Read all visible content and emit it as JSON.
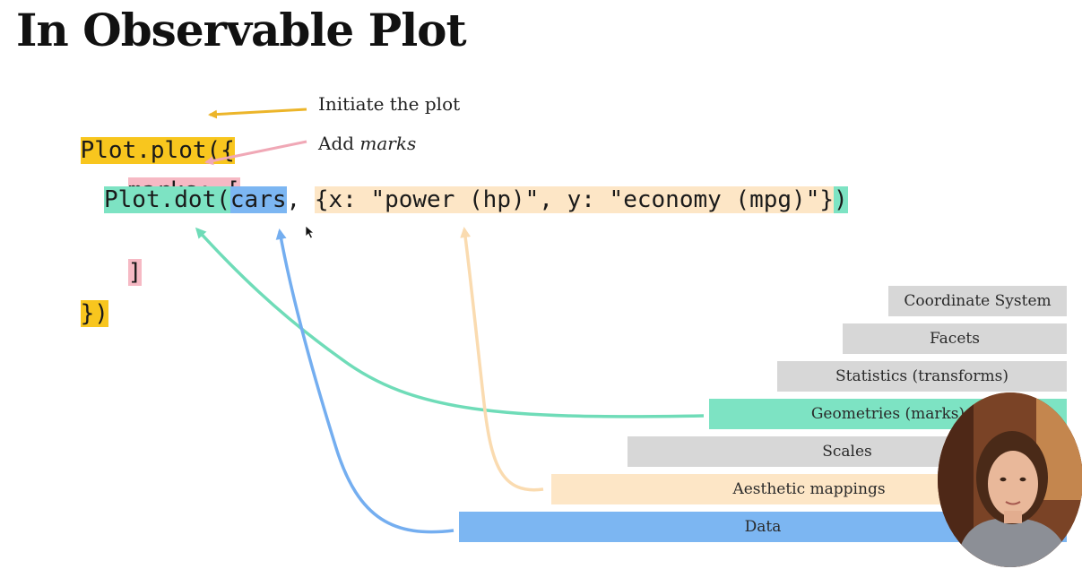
{
  "title": "In Observable Plot",
  "code": {
    "line1": "Plot.plot({",
    "line2": "marks: [",
    "line3_fn": "Plot.dot(",
    "line3_data": "cars",
    "line3_sep": ", ",
    "line3_options": "{x: \"power (hp)\", y: \"economy (mpg)\"}",
    "line3_close": ")",
    "line4": "]",
    "line5": "})"
  },
  "annotations": {
    "initiate": "Initiate the plot",
    "add_prefix": "Add ",
    "add_marks": "marks"
  },
  "layers": [
    {
      "label": "Coordinate System",
      "color": "#d7d7d7"
    },
    {
      "label": "Facets",
      "color": "#d7d7d7"
    },
    {
      "label": "Statistics (transforms)",
      "color": "#d7d7d7"
    },
    {
      "label": "Geometries (marks)",
      "color": "#7de3c3"
    },
    {
      "label": "Scales",
      "color": "#d7d7d7"
    },
    {
      "label": "Aesthetic mappings",
      "color": "#fde6c6"
    },
    {
      "label": "Data",
      "color": "#7cb6f2"
    }
  ],
  "colors": {
    "yellow": "#f8c61e",
    "pink": "#f6b9c4",
    "green": "#7de3c3",
    "blue": "#7cb6f2",
    "peach": "#fde6c6",
    "grey": "#d7d7d7"
  },
  "icons": {
    "cursor": "mouse-pointer-icon",
    "webcam": "presenter-webcam"
  }
}
